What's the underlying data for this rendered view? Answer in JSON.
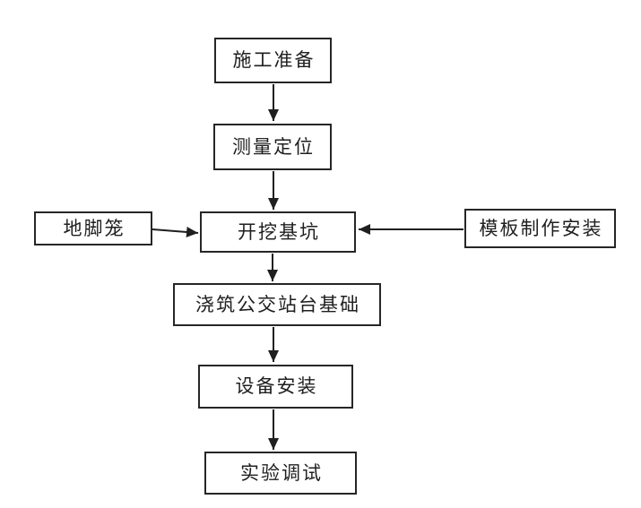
{
  "page": {
    "background_color": "#ffffff",
    "line_color": "#1f1f1f"
  },
  "diagram": {
    "type": "flowchart",
    "nodes": {
      "prep": {
        "label": "施工准备"
      },
      "survey": {
        "label": "测量定位"
      },
      "anchor": {
        "label": "地脚笼"
      },
      "excavate": {
        "label": "开挖基坑"
      },
      "formwork": {
        "label": "模板制作安装"
      },
      "pour": {
        "label": "浇筑公交站台基础"
      },
      "equip": {
        "label": "设备安装"
      },
      "test": {
        "label": "实验调试"
      }
    },
    "edges": [
      {
        "from": "施工准备",
        "to": "测量定位",
        "direction": "down"
      },
      {
        "from": "测量定位",
        "to": "开挖基坑",
        "direction": "down"
      },
      {
        "from": "地脚笼",
        "to": "开挖基坑",
        "direction": "right"
      },
      {
        "from": "模板制作安装",
        "to": "开挖基坑",
        "direction": "left"
      },
      {
        "from": "开挖基坑",
        "to": "浇筑公交站台基础",
        "direction": "down"
      },
      {
        "from": "浇筑公交站台基础",
        "to": "设备安装",
        "direction": "down"
      },
      {
        "from": "设备安装",
        "to": "实验调试",
        "direction": "down"
      }
    ]
  }
}
